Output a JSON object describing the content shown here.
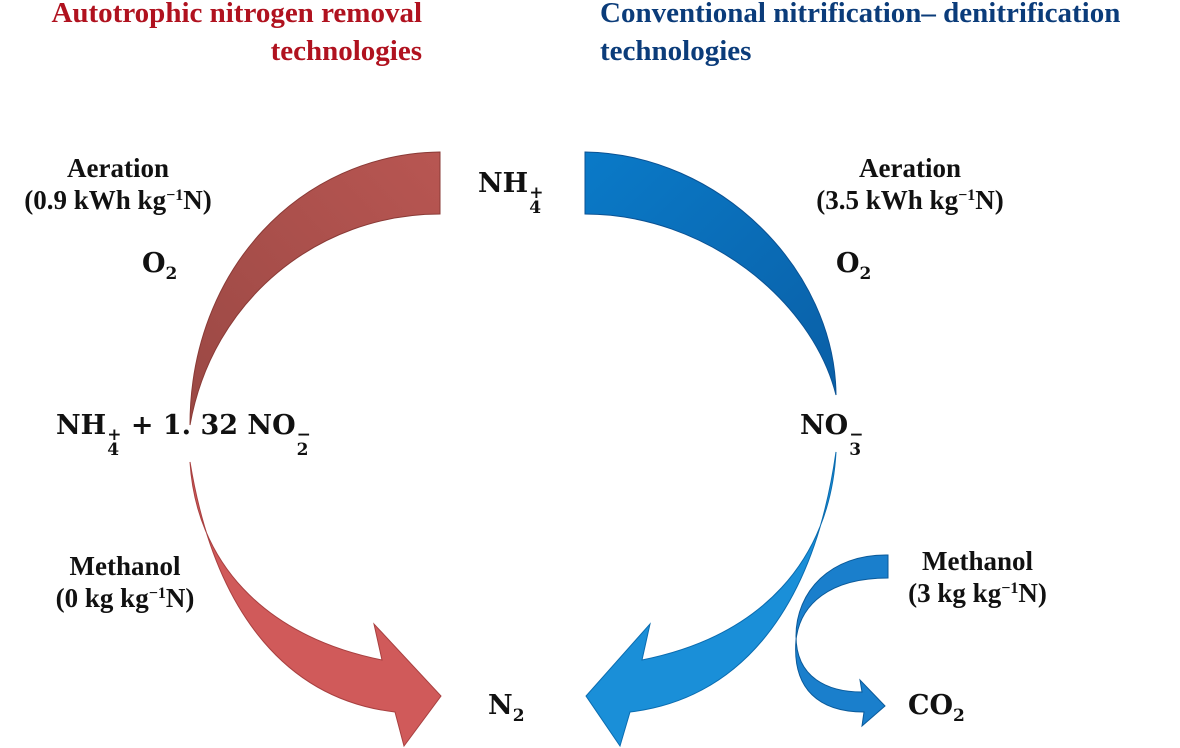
{
  "titles": {
    "left": [
      "Autotrophic nitrogen removal",
      "technologies"
    ],
    "right": [
      "Conventional nitrification– denitrification",
      "technologies"
    ]
  },
  "left": {
    "aeration_label": "Aeration",
    "aeration_value": {
      "pre": "(0.9 kWh kg",
      "sup": "−1",
      "post": "N)"
    },
    "oxygen": {
      "base": "O",
      "sub": "2"
    },
    "methanol_label": "Methanol",
    "methanol_value": {
      "pre": "(0 kg kg",
      "sup": "−1",
      "post": "N)"
    },
    "intermediate": {
      "a_base": "NH",
      "a_sup": "+",
      "a_sub": "4",
      "mid": " + 1. 32 NO",
      "b_sup": "−",
      "b_sub": "2"
    }
  },
  "right": {
    "aeration_label": "Aeration",
    "aeration_value": {
      "pre": "(3.5 kWh kg",
      "sup": "−1",
      "post": "N)"
    },
    "oxygen": {
      "base": "O",
      "sub": "2"
    },
    "methanol_label": "Methanol",
    "methanol_value": {
      "pre": "(3 kg kg",
      "sup": "−1",
      "post": "N)"
    },
    "intermediate": {
      "base": "NO",
      "sup": "−",
      "sub": "3"
    },
    "co2": {
      "base": "CO",
      "sub": "2"
    }
  },
  "top": {
    "base": "NH",
    "sup": "+",
    "sub": "4"
  },
  "bottom": {
    "base": "N",
    "sub": "2"
  },
  "colors": {
    "red_dark": "#a8504b",
    "red": "#d05a5a",
    "blue_dark": "#0868b0",
    "blue": "#1a8fd8",
    "title_red": "#b0121f",
    "title_blue": "#0b3c7a"
  }
}
